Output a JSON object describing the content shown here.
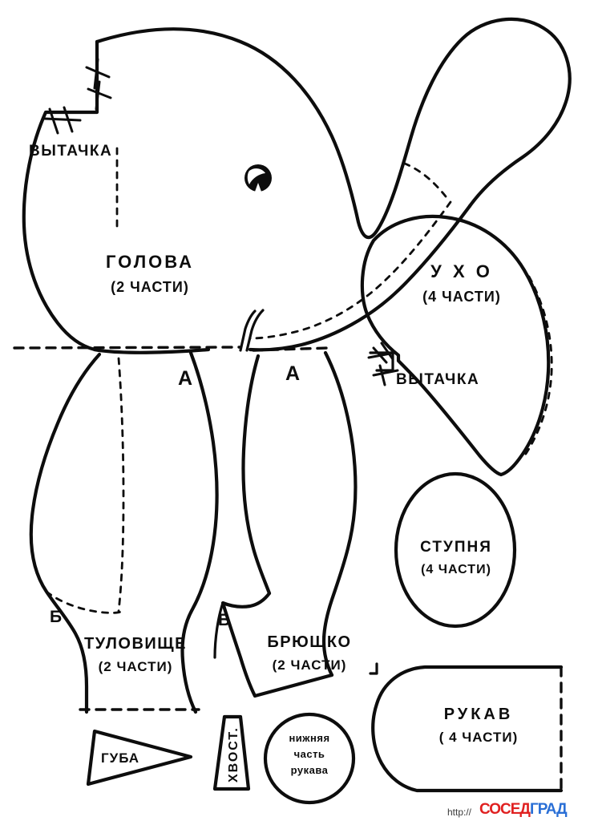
{
  "document": {
    "kind": "sewing-pattern-sheet",
    "subject": "elephant-soft-toy",
    "background_color": "#ffffff",
    "ink_color": "#0d0d0d"
  },
  "pieces": [
    {
      "id": "head",
      "name": "ГОЛОВА",
      "quantity": "(2 ЧАСТИ)",
      "dart_label": "ВЫТАЧКА"
    },
    {
      "id": "ear",
      "name": "У Х О",
      "quantity": "(4 ЧАСТИ)",
      "dart_label": "ВЫТАЧКА"
    },
    {
      "id": "foot",
      "name": "СТУПНЯ",
      "quantity": "(4 ЧАСТИ)"
    },
    {
      "id": "torso",
      "name": "ТУЛОВИЩЕ",
      "quantity": "(2 ЧАСТИ)"
    },
    {
      "id": "belly",
      "name": "БРЮШКО",
      "quantity": "(2 ЧАСТИ)"
    },
    {
      "id": "sleeve",
      "name": "РУКАВ",
      "quantity": "( 4 ЧАСТИ)"
    },
    {
      "id": "lip",
      "name": "ГУБА"
    },
    {
      "id": "tail",
      "name": "ХВОСТ."
    },
    {
      "id": "sleeve-lower",
      "name": "нижняя\nчасть\nрукава"
    }
  ],
  "labels": {
    "head_name": "ГОЛОВА",
    "head_qty": "(2 ЧАСТИ)",
    "head_dart": "ВЫТАЧКА",
    "ear_name": "У Х О",
    "ear_qty": "(4 ЧАСТИ)",
    "ear_dart": "ВЫТАЧКА",
    "foot_name": "СТУПНЯ",
    "foot_qty": "(4 ЧАСТИ)",
    "torso_name": "ТУЛОВИЩЕ",
    "torso_qty": "(2 ЧАСТИ)",
    "belly_name": "БРЮШКО",
    "belly_qty": "(2 ЧАСТИ)",
    "sleeve_name": "РУКАВ",
    "sleeve_qty": "( 4 ЧАСТИ)",
    "lip_name": "ГУБА",
    "tail_name": "ХВОСТ.",
    "sleeve_lower_l1": "нижняя",
    "sleeve_lower_l2": "часть",
    "sleeve_lower_l3": "рукава"
  },
  "match_marks": {
    "a_left": "А",
    "a_right": "А",
    "b_left": "Б",
    "b_right": "Б"
  },
  "watermark": {
    "url": "http://",
    "brand_red": "СОСЕД",
    "brand_blue": "ГРАД",
    "brand_red_color": "#e02020",
    "brand_blue_color": "#2a6fd6"
  }
}
